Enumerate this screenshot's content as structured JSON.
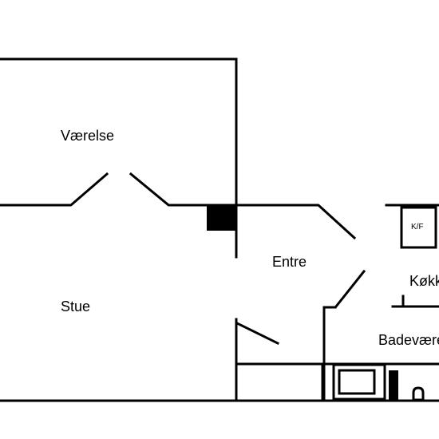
{
  "rooms": {
    "vaerelse": "Værelse",
    "stue": "Stue",
    "entre": "Entre",
    "kokken": "Køkken",
    "badevaerelse": "Badeværelse"
  },
  "fixtures": {
    "fridge_freezer": "K/F"
  },
  "colors": {
    "wall": "#000000",
    "background": "#ffffff"
  }
}
